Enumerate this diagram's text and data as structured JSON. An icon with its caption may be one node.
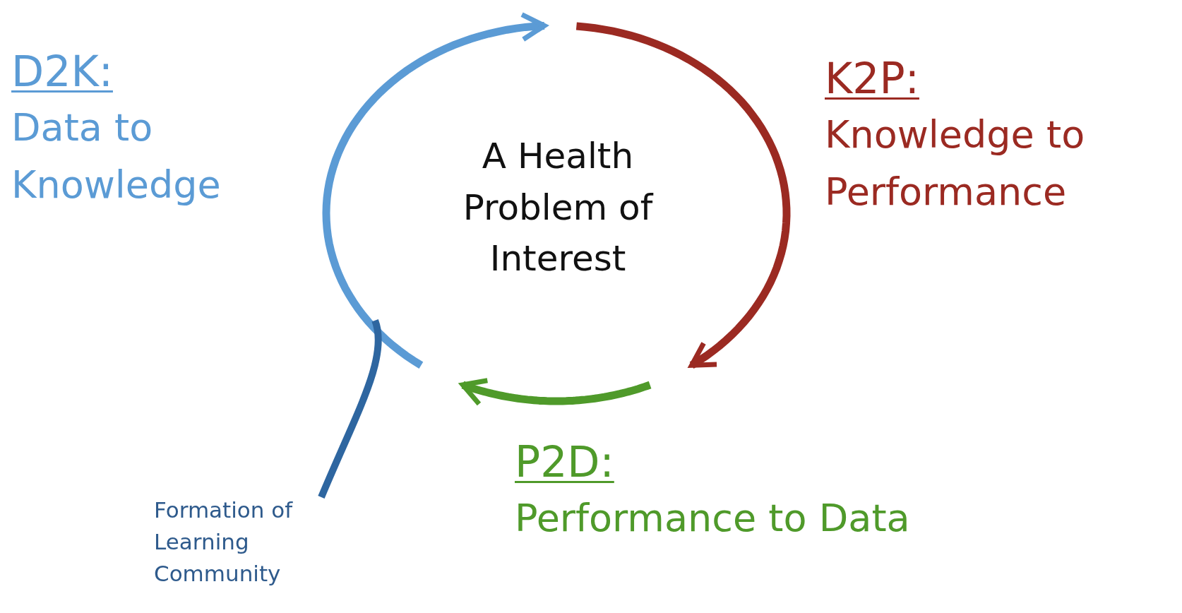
{
  "diagram": {
    "nodes": [
      {
        "text": [
          "A Health Problem of Interest"
        ]
      },
      {
        "text": [
          "D2K:",
          "Data to Knowledge"
        ]
      },
      {
        "text": [
          "K2P:",
          "Knowledge to Performance"
        ]
      },
      {
        "text": [
          "P2D:",
          "Performance to Data"
        ]
      },
      {
        "text": [
          "Formation of Learning Community"
        ]
      },
      {
        "text": [],
        "shape": "arc"
      }
    ],
    "edges": [
      {
        "from": 4,
        "to": 5,
        "arrow": "none",
        "color": "#2e66a0"
      }
    ]
  }
}
